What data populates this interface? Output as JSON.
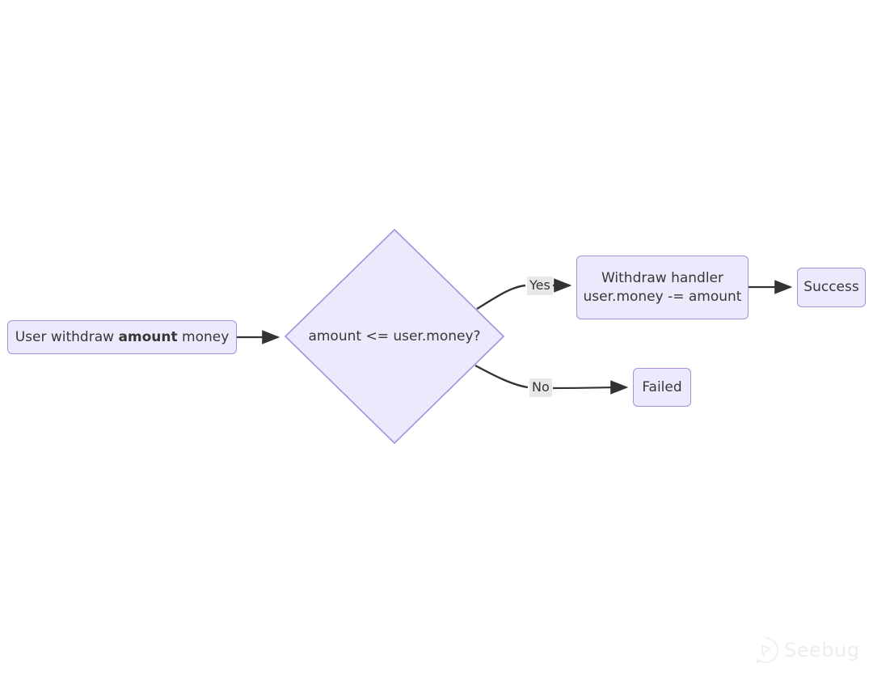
{
  "diagram": {
    "type": "flowchart",
    "direction": "left-to-right",
    "background_color": "#ffffff",
    "node_fill_color": "#ece9fc",
    "node_border_color": "#ab8ee0",
    "text_color": "#373737",
    "edge_color": "#333333",
    "edge_label_background": "#e8e8e8"
  },
  "nodes": {
    "start": {
      "id": "start",
      "shape": "rounded-rect",
      "text_prefix": "User withdraw ",
      "text_bold": "amount",
      "text_suffix": " money",
      "full_text": "User withdraw amount money"
    },
    "decision": {
      "id": "decision",
      "shape": "diamond",
      "text": "amount <= user.money?"
    },
    "handler": {
      "id": "handler",
      "shape": "rounded-rect",
      "line1": "Withdraw handler",
      "line2": "user.money -= amount",
      "full_text": "Withdraw handler user.money -= amount"
    },
    "success": {
      "id": "success",
      "shape": "rounded-rect",
      "text": "Success"
    },
    "failed": {
      "id": "failed",
      "shape": "rounded-rect",
      "text": "Failed"
    }
  },
  "edges": [
    {
      "from": "start",
      "to": "decision",
      "label": ""
    },
    {
      "from": "decision",
      "to": "handler",
      "label": "Yes"
    },
    {
      "from": "decision",
      "to": "failed",
      "label": "No"
    },
    {
      "from": "handler",
      "to": "success",
      "label": ""
    }
  ],
  "edge_labels": {
    "yes": "Yes",
    "no": "No"
  },
  "watermark": {
    "text": "Seebug",
    "icon": "seebug-logo-icon",
    "color": "#ededed"
  }
}
